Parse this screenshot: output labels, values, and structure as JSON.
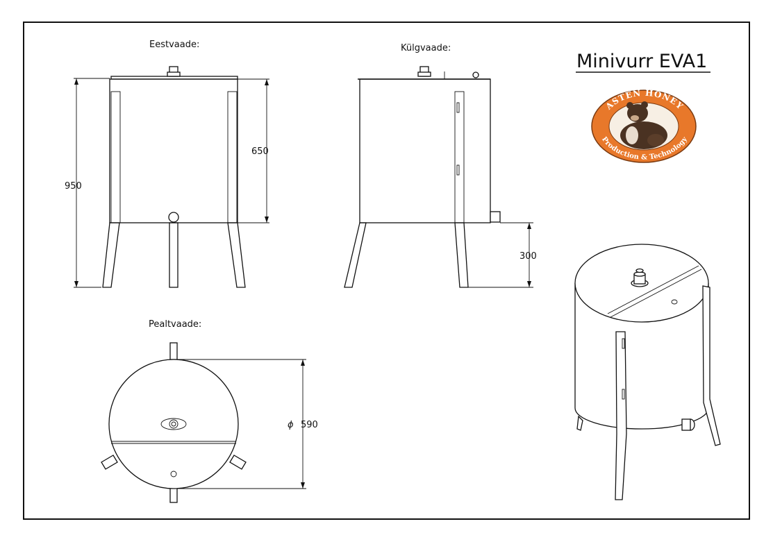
{
  "title": "Minivurr EVA1",
  "views": {
    "front": "Eestvaade:",
    "side": "Külgvaade:",
    "top": "Pealtvaade:"
  },
  "dimensions": {
    "height_total": "950",
    "height_body": "650",
    "leg_height": "300",
    "diameter_symbol": "ϕ",
    "diameter": "590"
  },
  "logo": {
    "top_text": "ASTEN HONEY",
    "bottom_text": "Production & Technology",
    "color": "#e8782a"
  }
}
